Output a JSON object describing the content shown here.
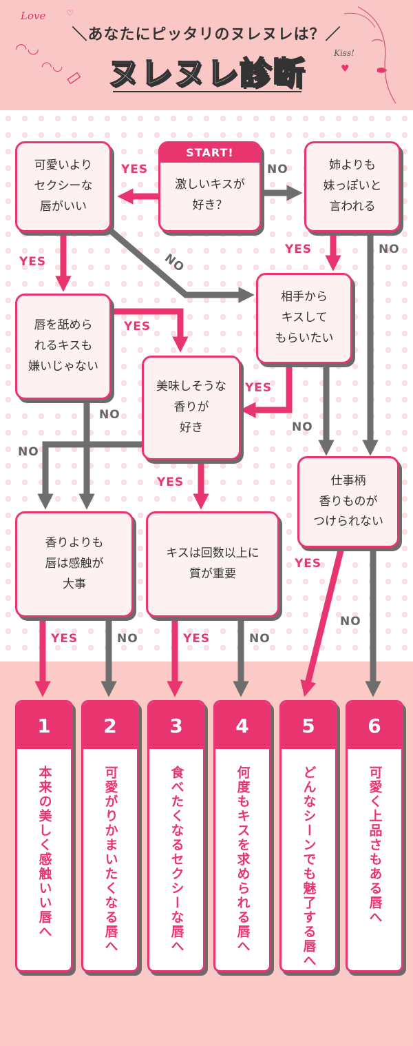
{
  "header": {
    "subtitle": "＼あなたにピッタリのヌレヌレは？／",
    "title": "ヌレヌレ診断",
    "deco_love": "Love",
    "deco_kiss": "Kiss!"
  },
  "start_label": "START!",
  "nodes": {
    "start": "激しいキスが\n好き？",
    "q_cute": "可愛いより\nセクシーな\n唇がいい",
    "q_sister": "姉よりも\n妹っぽいと\n言われる",
    "q_partner": "相手から\nキスして\nもらいたい",
    "q_lick": "唇を舐めら\nれるキスも\n嫌いじゃない",
    "q_tasty": "美味しそうな\n香りが\n好き",
    "q_job": "仕事柄\n香りものが\nつけられない",
    "q_scent": "香りよりも\n唇は感触が\n大事",
    "q_quality": "キスは回数以上に\n質が重要"
  },
  "labels": {
    "yes": "YES",
    "no": "NO"
  },
  "results": [
    {
      "num": "1",
      "text": "本来の美しく感触いい唇へ"
    },
    {
      "num": "2",
      "text": "可愛がりかまいたくなる唇へ"
    },
    {
      "num": "3",
      "text": "食べたくなるセクシーな唇へ"
    },
    {
      "num": "4",
      "text": "何度もキスを求められる唇へ"
    },
    {
      "num": "5",
      "text": "どんなシーンでも魅了する唇へ"
    },
    {
      "num": "6",
      "text": "可愛く上品さもある唇へ"
    }
  ],
  "colors": {
    "accent": "#e8356f",
    "arrow_gray": "#6e6e6e",
    "header_bg": "#f9c8c6",
    "node_bg": "#fdf1f2"
  }
}
